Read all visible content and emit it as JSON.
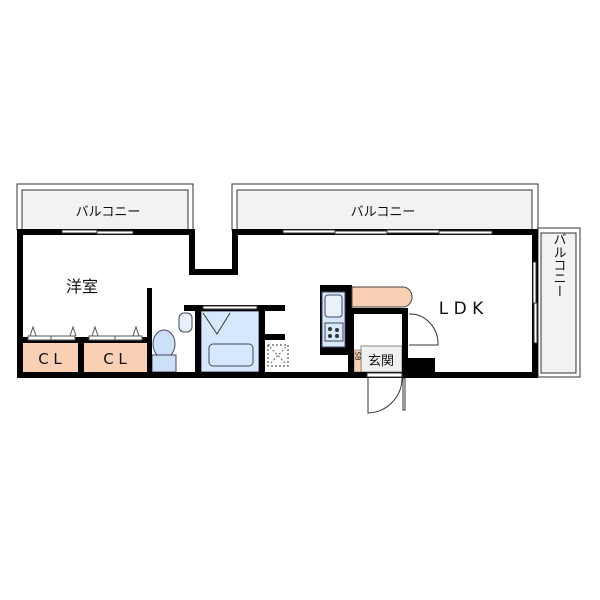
{
  "rooms": {
    "western_room": "洋室",
    "closet_1": "C L",
    "closet_2": "C L",
    "ldk": "L D K",
    "entrance": "玄関",
    "shoe_box": "SB",
    "balcony_left": "バルコニー",
    "balcony_top": "バルコニー",
    "balcony_right": "バルコニー"
  },
  "colors": {
    "wall": "#000000",
    "closet_fill": "#f9d0b4",
    "wet_area_fill": "#d6e8fb",
    "balcony_fill": "#f2f2f2",
    "entrance_fill": "#f0f0f0"
  }
}
